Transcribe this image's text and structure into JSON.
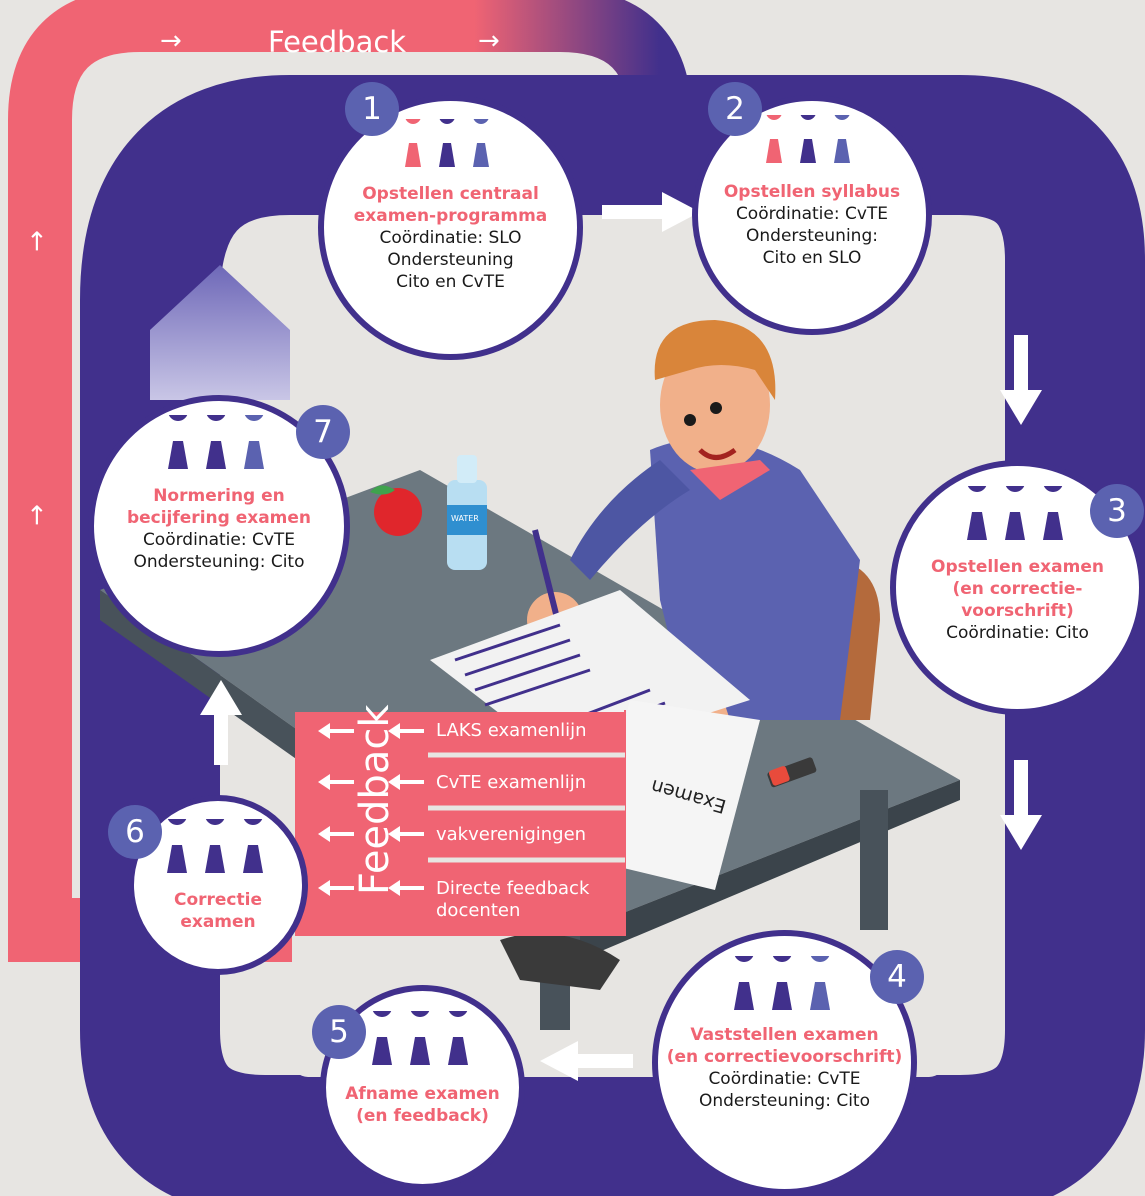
{
  "top_feedback": {
    "label": "Feedback",
    "arrow_left": "→",
    "arrow_right": "→"
  },
  "steps": [
    {
      "number": "1",
      "title_lines": [
        "Opstellen centraal",
        "examen-programma"
      ],
      "lines": [
        "Coördinatie: SLO",
        "Ondersteuning",
        "Cito en CvTE"
      ]
    },
    {
      "number": "2",
      "title_lines": [
        "Opstellen syllabus"
      ],
      "lines": [
        "Coördinatie: CvTE",
        "Ondersteuning:",
        "Cito en SLO"
      ]
    },
    {
      "number": "3",
      "title_lines": [
        "Opstellen examen",
        "(en correctie-",
        "voorschrift)"
      ],
      "lines": [
        "Coördinatie: Cito"
      ]
    },
    {
      "number": "4",
      "title_lines": [
        "Vaststellen examen",
        "(en correctievoorschrift)"
      ],
      "lines": [
        "Coördinatie: CvTE",
        "Ondersteuning: Cito"
      ]
    },
    {
      "number": "5",
      "title_lines": [
        "Afname examen",
        "(en feedback)"
      ],
      "lines": []
    },
    {
      "number": "6",
      "title_lines": [
        "Correctie",
        "examen"
      ],
      "lines": []
    },
    {
      "number": "7",
      "title_lines": [
        "Normering en",
        "becijfering examen"
      ],
      "lines": [
        "Coördinatie: CvTE",
        "Ondersteuning: Cito"
      ]
    }
  ],
  "feedback_box": {
    "label": "Feedback",
    "items": [
      "LAKS examenlijn",
      "CvTE examenlijn",
      "vakverenigingen",
      "Directe feedback docenten"
    ]
  },
  "illustration": {
    "paper_label": "Examen",
    "bottle_label": "WATER"
  },
  "colors": {
    "purple": "#41308c",
    "pink": "#f06473",
    "blue": "#5b62b0",
    "grey_bg": "#e7e5e2"
  }
}
